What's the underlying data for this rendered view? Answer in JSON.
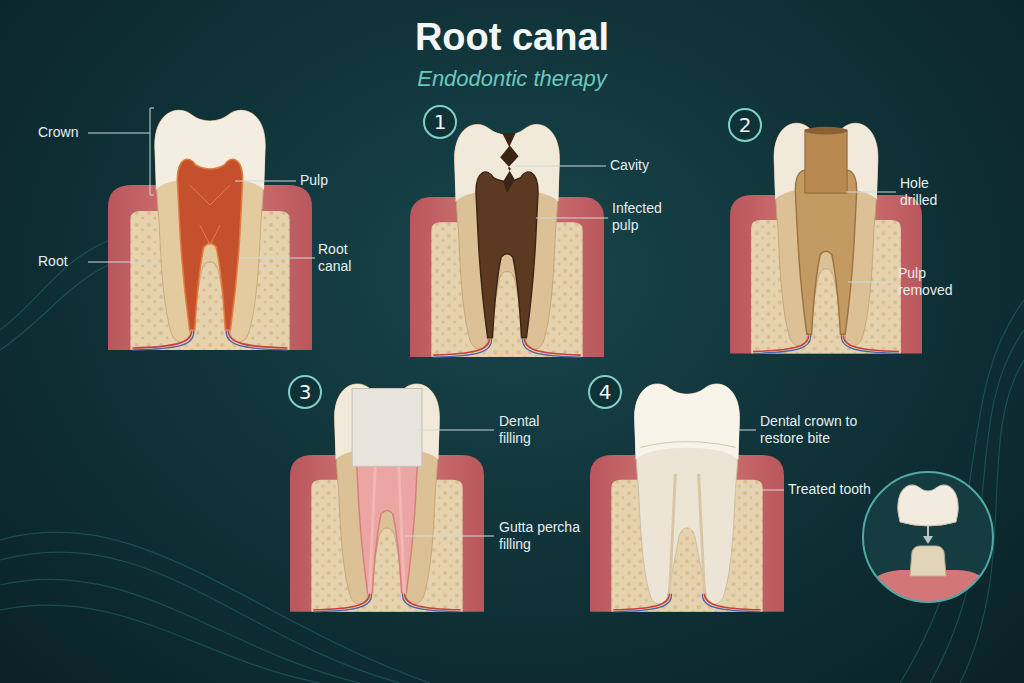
{
  "diagram": {
    "title": "Root canal",
    "nodes": [
      {
        "text": [
          "1"
        ]
      },
      {
        "text": [
          "2"
        ]
      },
      {
        "text": [
          "3"
        ]
      },
      {
        "text": [
          "4"
        ]
      }
    ],
    "labels": [
      "Endodontic therapy",
      "Crown",
      "Pulp",
      "Root",
      "Root canal",
      "Cavity",
      "Infected pulp",
      "Hole drilled",
      "Pulp removed",
      "Dental filling",
      "Gutta percha filling",
      "Dental crown to restore bite",
      "Treated tooth"
    ]
  }
}
